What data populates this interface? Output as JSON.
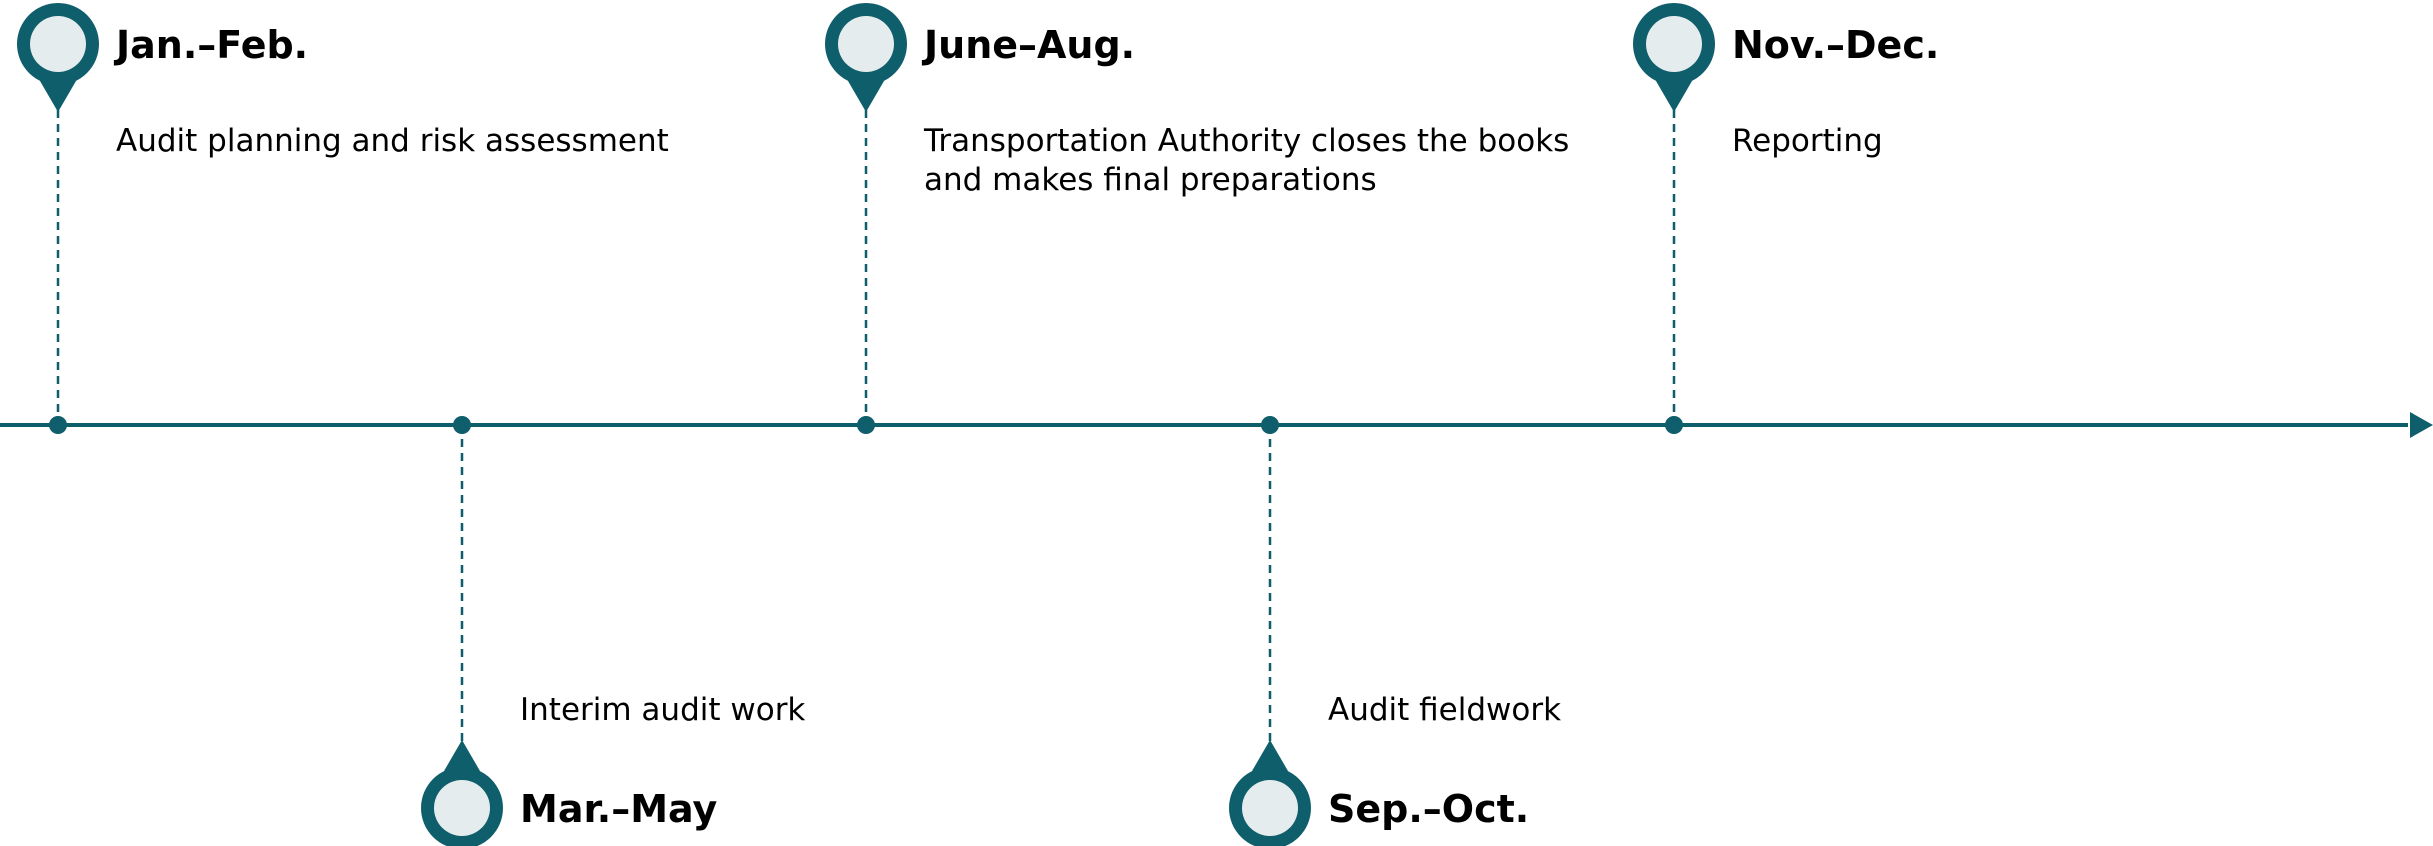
{
  "colors": {
    "accent": "#0f5e6b",
    "pin_fill": "#e4ecee",
    "text": "#000000"
  },
  "milestones": [
    {
      "position": "above",
      "date": "Jan.–Feb.",
      "description": [
        "Audit planning and risk assessment"
      ]
    },
    {
      "position": "below",
      "date": "Mar.–May",
      "description": [
        "Interim audit work"
      ]
    },
    {
      "position": "above",
      "date": "June–Aug.",
      "description": [
        "Transportation Authority closes the books",
        "and makes final preparations"
      ]
    },
    {
      "position": "below",
      "date": "Sep.–Oct.",
      "description": [
        "Audit fieldwork"
      ]
    },
    {
      "position": "above",
      "date": "Nov.–Dec.",
      "description": [
        "Reporting"
      ]
    }
  ]
}
